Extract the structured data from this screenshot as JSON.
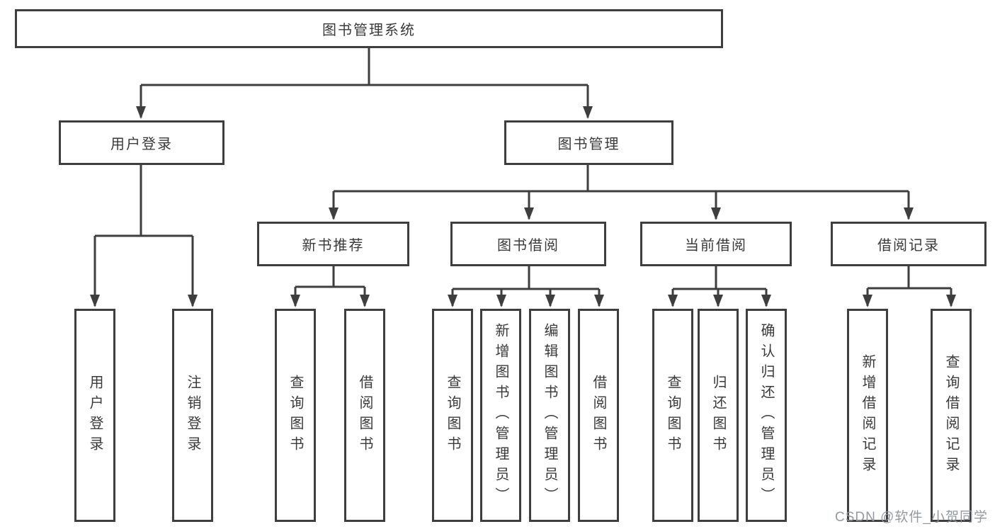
{
  "colors": {
    "line": "#3e3e3e",
    "text": "#3a3a3a",
    "watermark": "#8d949c"
  },
  "diagram": {
    "root": "图书管理系统",
    "user_login": {
      "label": "用户登录",
      "children": [
        "用户登录",
        "注销登录"
      ]
    },
    "book_mgmt": {
      "label": "图书管理",
      "sections": [
        {
          "label": "新书推荐",
          "children": [
            "查询图书",
            "借阅图书"
          ]
        },
        {
          "label": "图书借阅",
          "children": [
            "查询图书",
            "新增图书（管理员）",
            "编辑图书（管理员）",
            "借阅图书"
          ]
        },
        {
          "label": "当前借阅",
          "children": [
            "查询图书",
            "归还图书",
            "确认归还（管理员）"
          ]
        },
        {
          "label": "借阅记录",
          "children": [
            "新增借阅记录",
            "查询借阅记录"
          ]
        }
      ]
    }
  },
  "watermark": "CSDN @软件_小贺同学"
}
